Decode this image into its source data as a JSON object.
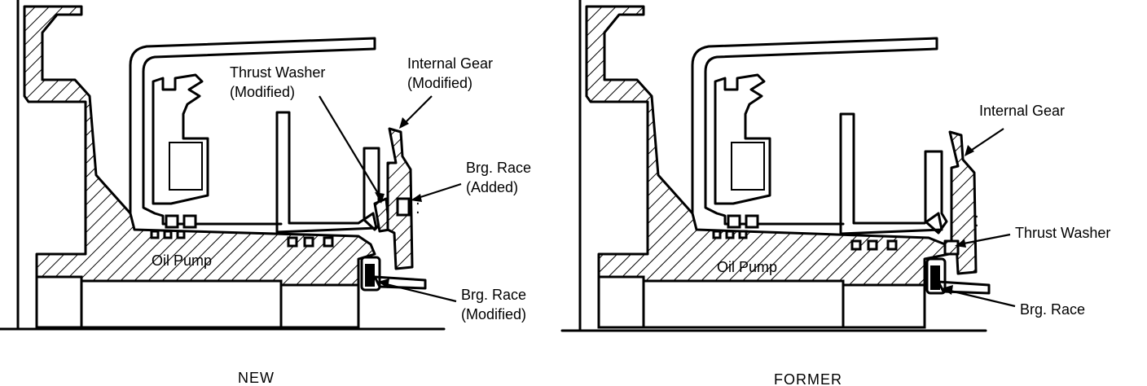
{
  "new_panel": {
    "caption": "NEW",
    "labels": {
      "thrust_washer": [
        "Thrust Washer",
        "(Modified)"
      ],
      "internal_gear": [
        "Internal Gear",
        "(Modified)"
      ],
      "brg_race_added": [
        "Brg. Race",
        "(Added)"
      ],
      "oil_pump": "Oil Pump",
      "brg_race_modified": [
        "Brg. Race",
        "(Modified)"
      ]
    }
  },
  "former_panel": {
    "caption": "FORMER",
    "labels": {
      "internal_gear": "Internal Gear",
      "thrust_washer": "Thrust Washer",
      "oil_pump": "Oil Pump",
      "brg_race": "Brg. Race"
    }
  }
}
